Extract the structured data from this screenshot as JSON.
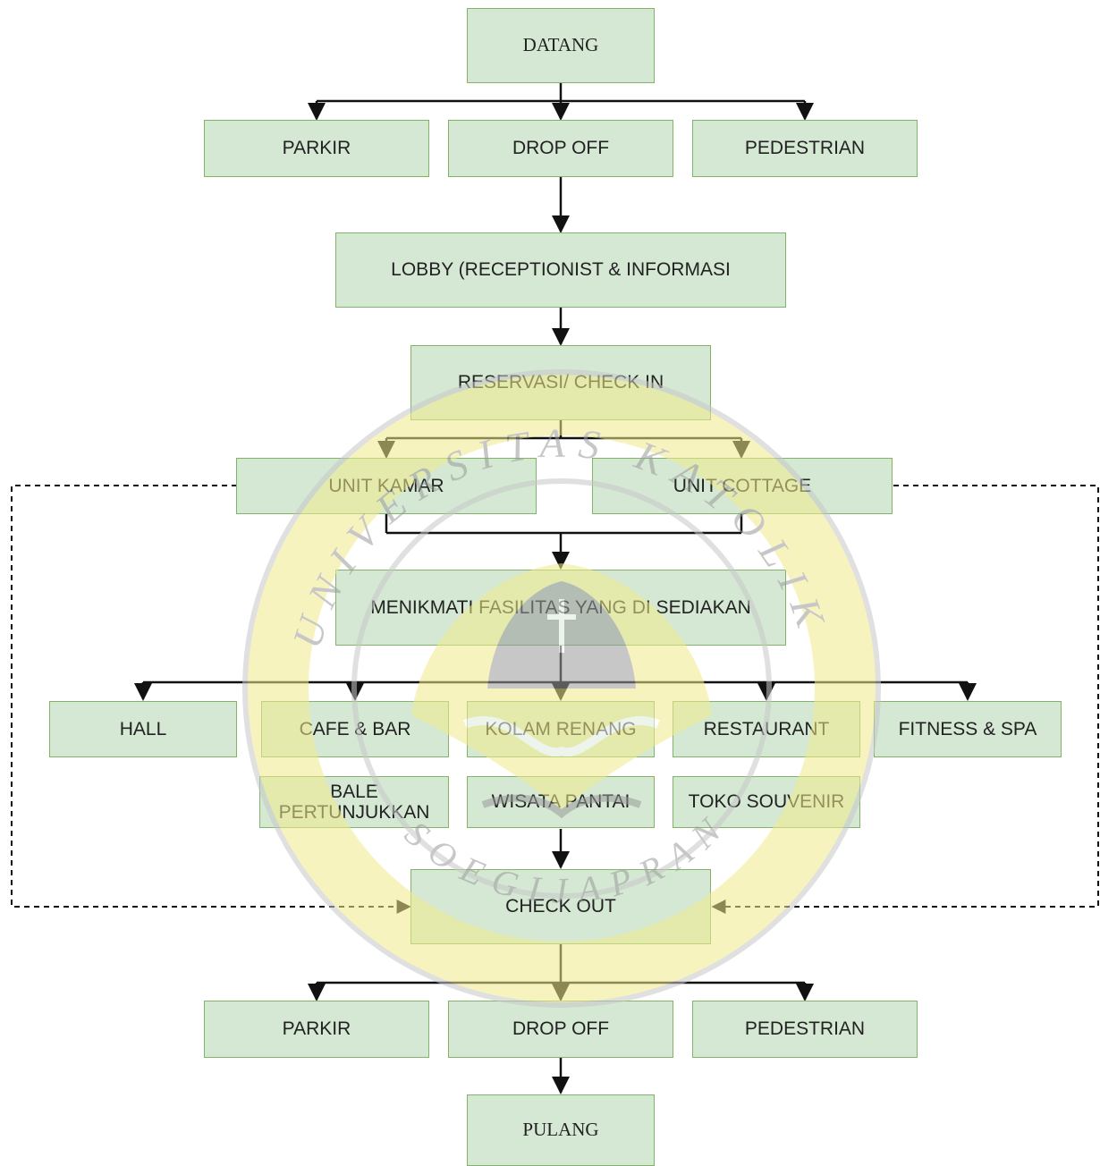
{
  "nodes": {
    "datang": "DATANG",
    "parkir_in": "PARKIR",
    "dropoff_in": "DROP OFF",
    "pedestrian_in": "PEDESTRIAN",
    "lobby": "LOBBY (RECEPTIONIST & INFORMASI",
    "reservasi": "RESERVASI/ CHECK IN",
    "unit_kamar": "UNIT KAMAR",
    "unit_cottage": "UNIT COTTAGE",
    "menikmati": "MENIKMATI FASILITAS YANG DI SEDIAKAN",
    "hall": "HALL",
    "cafe_bar": "CAFE & BAR",
    "kolam_renang": "KOLAM RENANG",
    "restaurant": "RESTAURANT",
    "fitness_spa": "FITNESS & SPA",
    "bale_line1": "BALE",
    "bale_line2": "PERTUNJUKKAN",
    "wisata_pantai": "WISATA PANTAI",
    "toko_souvenir": "TOKO SOUVENIR",
    "check_out": "CHECK OUT",
    "parkir_out": "PARKIR",
    "dropoff_out": "DROP OFF",
    "pedestrian_out": "PEDESTRIAN",
    "pulang": "PULANG"
  },
  "watermark": {
    "top_text": "UNIVERSITAS KATOLIK",
    "bottom_text": "SOEGIJAPRANATA"
  },
  "colors": {
    "box_fill": "#d5e8d4",
    "box_border": "#82b366",
    "arrow": "#111111",
    "watermark_yellow": "#f2ea8c",
    "watermark_gray": "#c8c8c8"
  }
}
